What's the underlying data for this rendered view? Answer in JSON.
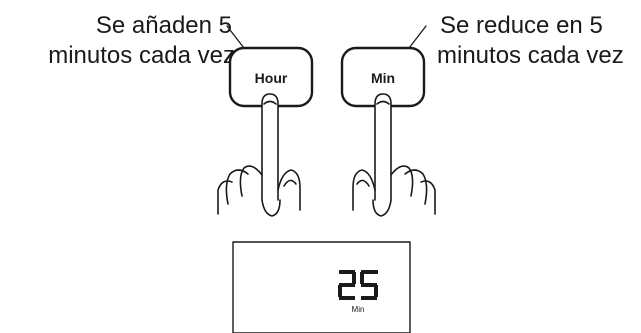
{
  "captions": {
    "left_line1": "Se añaden 5",
    "left_line2": "minutos cada vez",
    "right_line1": "Se reduce en 5",
    "right_line2": "minutos cada vez"
  },
  "buttons": {
    "hour_label": "Hour",
    "min_label": "Min"
  },
  "display": {
    "value": "25",
    "unit": "Min"
  },
  "icons": [
    "pointing-hand-icon",
    "pointing-hand-icon"
  ]
}
